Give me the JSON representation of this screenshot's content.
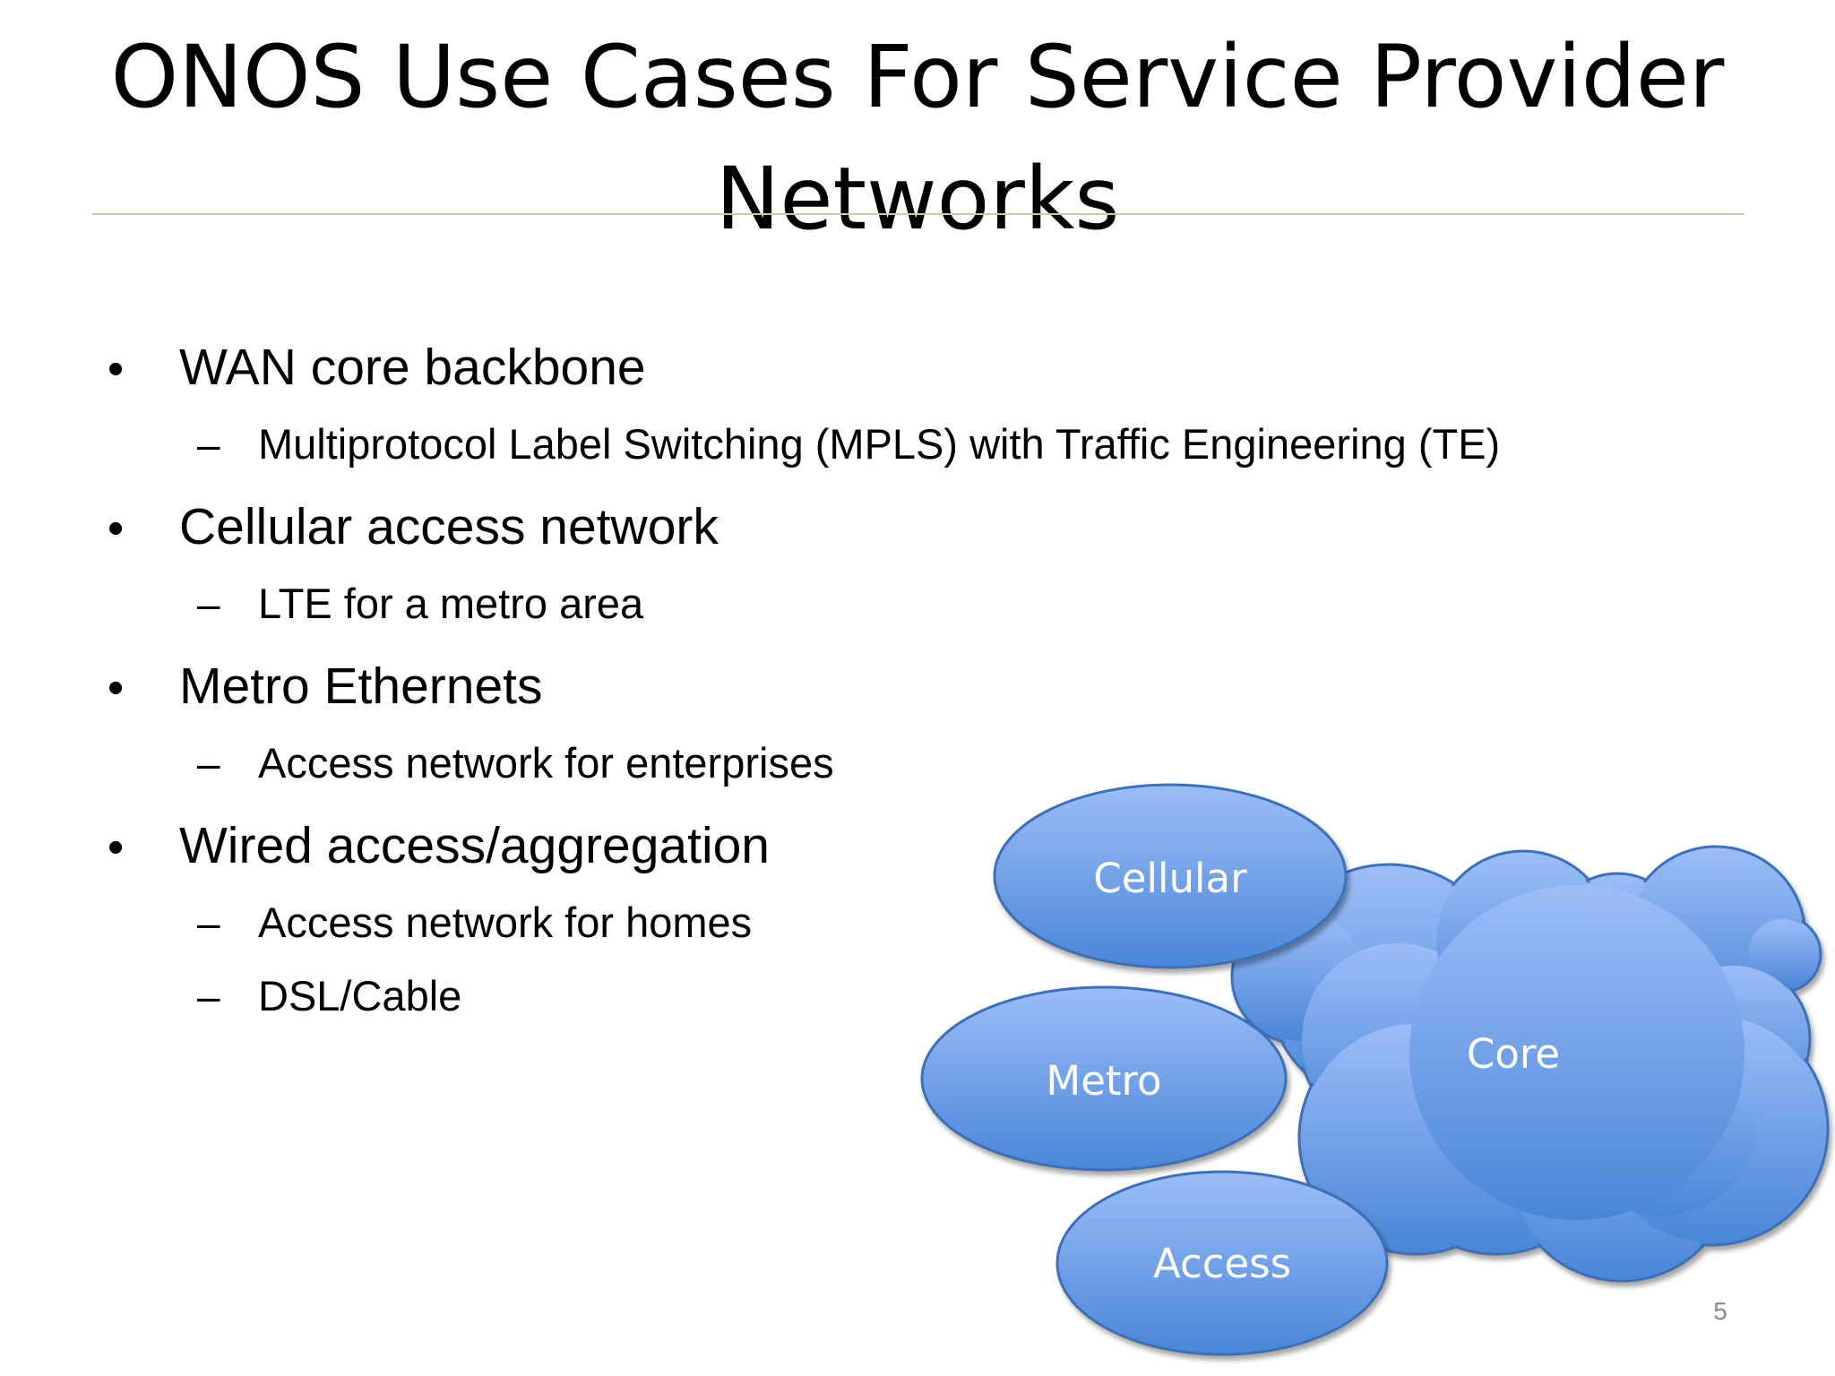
{
  "slide": {
    "title": "ONOS Use Cases For Service Provider Networks",
    "bullets": [
      {
        "text": "WAN core backbone",
        "subs": [
          "Multiprotocol Label Switching (MPLS) with Traffic Engineering (TE)"
        ]
      },
      {
        "text": "Cellular access network",
        "subs": [
          "LTE for a metro area"
        ]
      },
      {
        "text": "Metro Ethernets",
        "subs": [
          "Access network for enterprises"
        ]
      },
      {
        "text": "Wired access/aggregation",
        "subs": [
          "Access network for homes",
          "DSL/Cable"
        ]
      }
    ],
    "page_number": "5"
  },
  "diagram": {
    "core_label": "Core",
    "cellular_label": "Cellular",
    "metro_label": "Metro",
    "access_label": "Access",
    "fill_top": "#9cbdf7",
    "fill_bottom": "#4a86d8",
    "stroke": "#3e6fb5"
  },
  "markers": {
    "bullet": "•",
    "dash": "–"
  }
}
